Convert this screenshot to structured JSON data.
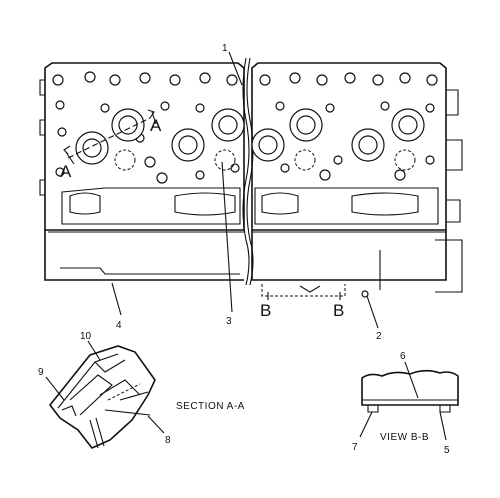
{
  "callouts": [
    "1",
    "2",
    "3",
    "4",
    "5",
    "6",
    "7",
    "8",
    "9",
    "10"
  ],
  "section_letters": {
    "a_left": "A",
    "a_right": "A",
    "b_left": "B",
    "b_right": "B"
  },
  "captions": {
    "section_aa": "SECTION A-A",
    "view_bb": "VIEW B-B"
  }
}
